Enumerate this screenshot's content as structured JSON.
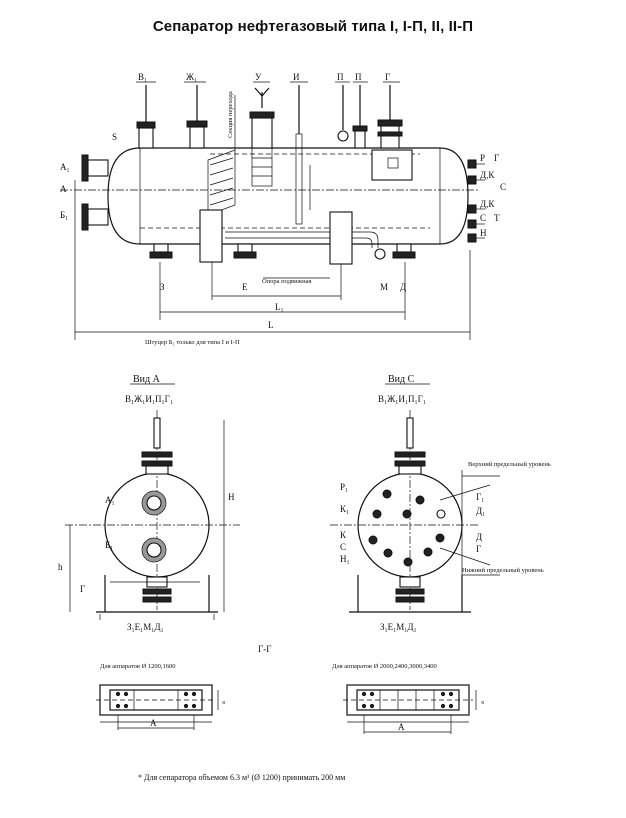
{
  "title": "Сепаратор нефтегазовый типа I, I-П, II, II-П",
  "main_view": {
    "top_labels": [
      "В₁",
      "Ж₁",
      "У",
      "И",
      "П",
      "П",
      "Г"
    ],
    "left_labels": [
      "А₁",
      "А",
      "Б₁"
    ],
    "right_labels": [
      "Р",
      "Г",
      "Д,К",
      "С",
      "Д,К",
      "С",
      "Т",
      "Н"
    ],
    "bottom_labels": [
      "З",
      "Е",
      "М",
      "Д"
    ],
    "inner_label_section": "Секция перехода",
    "inner_label_s": "S",
    "inner_label_support": "Опора подвижная",
    "dim_l1": "L₁",
    "dim_l": "L",
    "note": "Штуцер Б₁ только для типа I и I-П"
  },
  "view_a": {
    "title": "Вид А",
    "top_label": "В₁Ж₁И₁П₁Г₁",
    "label_a": "А₁",
    "label_b": "Б₁",
    "label_g": "Г",
    "label_h": "h",
    "label_h1": "H",
    "bottom_label": "З₁Е₁М₁Д₁"
  },
  "view_c": {
    "title": "Вид С",
    "top_label": "В₁Ж₁И₁П₁Г₁",
    "left_labels": [
      "Р₁",
      "К₁",
      "К",
      "С",
      "Н₁"
    ],
    "right_labels": [
      "Г₁",
      "Д₁",
      "Д",
      "Г"
    ],
    "upper_level": "Верхний предельный уровень",
    "lower_level": "Нижний предельный уровень",
    "bottom_label": "З₁Е₁М₁Д₁"
  },
  "section": {
    "title": "Г-Г",
    "left_caption": "Для аппаратов Ø 1200,1600",
    "right_caption": "Для аппаратов Ø 2000,2400,3000,3400",
    "dim_a": "А",
    "dim_b": "а"
  },
  "footnote": "* Для сепаратора объемом 6.3 м³ (Ø 1200) принимать 200 мм"
}
